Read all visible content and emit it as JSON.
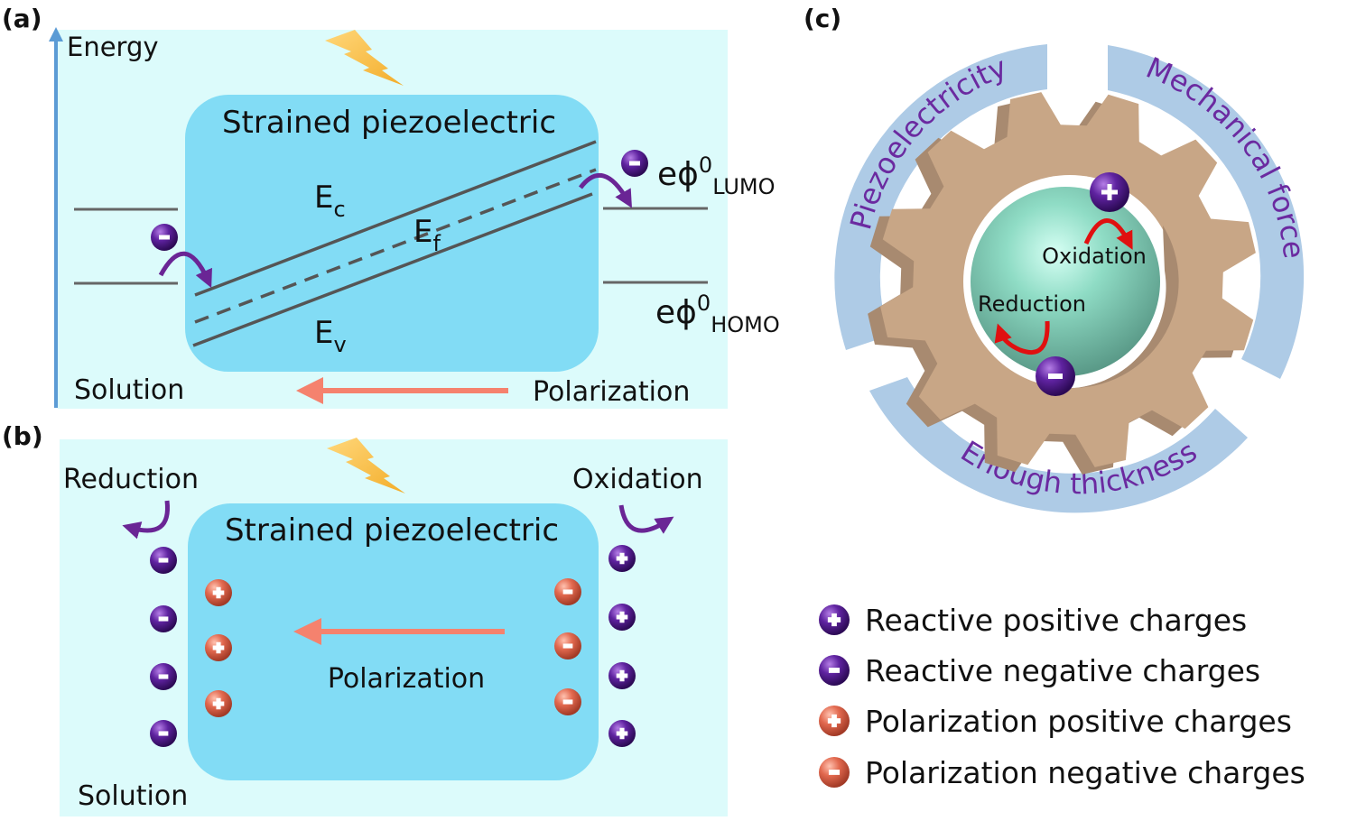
{
  "figure": {
    "panels": {
      "a": {
        "label": "(a)",
        "axis_label": "Energy",
        "material_label": "Strained piezoelectric",
        "bands": {
          "conduction": {
            "main": "E",
            "sub": "c"
          },
          "fermi": {
            "main": "E",
            "sub": "f"
          },
          "valence": {
            "main": "E",
            "sub": "v"
          }
        },
        "lumo": {
          "main": "eϕ",
          "sup": "0",
          "sub": "LUMO"
        },
        "homo": {
          "main": "eϕ",
          "sup": "0",
          "sub": "HOMO"
        },
        "solution_label": "Solution",
        "polarization_label": "Polarization"
      },
      "b": {
        "label": "(b)",
        "material_label": "Strained piezoelectric",
        "reduction_label": "Reduction",
        "oxidation_label": "Oxidation",
        "polarization_label": "Polarization",
        "solution_label": "Solution",
        "left_reactive_charges": [
          "-",
          "-",
          "-",
          "-"
        ],
        "left_polarization_charges": [
          "+",
          "+",
          "+"
        ],
        "right_polarization_charges": [
          "-",
          "-",
          "-"
        ],
        "right_reactive_charges": [
          "+",
          "+",
          "+",
          "+"
        ]
      },
      "c": {
        "label": "(c)",
        "ring_labels": [
          "Piezoelectricity",
          "Mechanical force",
          "Enough thickness"
        ],
        "oxidation_label": "Oxidation",
        "reduction_label": "Reduction"
      }
    },
    "charge_symbols": {
      "plus": "+",
      "minus": "-"
    },
    "legend": [
      {
        "kind": "reactive",
        "sign": "+",
        "label": "Reactive positive charges"
      },
      {
        "kind": "reactive",
        "sign": "-",
        "label": "Reactive negative charges"
      },
      {
        "kind": "polarization",
        "sign": "+",
        "label": "Polarization positive charges"
      },
      {
        "kind": "polarization",
        "sign": "-",
        "label": "Polarization negative charges"
      }
    ],
    "colors": {
      "panel_bg": "#dcfbfb",
      "material": "#82dcf5",
      "axis": "#5b9bd5",
      "band_line": "#555555",
      "polarization_arrow": "#f5826e",
      "reactive_charge": "#5a1e9a",
      "polarization_charge": "#e0674f",
      "electron_arrow": "#6a2595",
      "reaction_arrow": "#e01010",
      "ring": "#aecbe6",
      "gear": "#c8a686",
      "gear_side": "#a88a70",
      "sphere": "#8fe0c8",
      "ring_text": "#6b2aa0",
      "bolt": "#f7c04a"
    }
  }
}
